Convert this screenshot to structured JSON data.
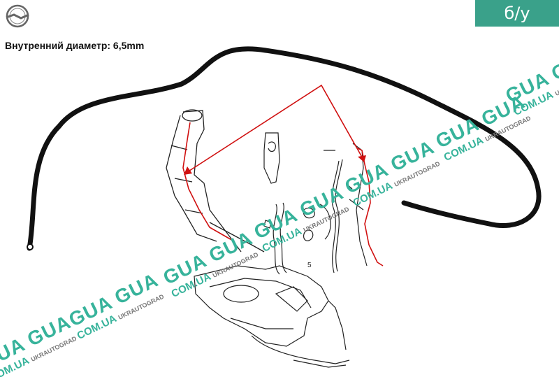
{
  "caption": "Внутренний диаметр: 6,5mm",
  "badge": "б/у",
  "diagram_label": "5",
  "watermark": {
    "big": "GUA GUA",
    "domain": "COM.UA",
    "brand": "UKRAUTOGRAD"
  },
  "colors": {
    "accent": "#3aa18a",
    "watermark": "#37b39b",
    "arrow": "#d01010",
    "hose": "#111111"
  },
  "icons": {
    "logo": "opel-logo"
  }
}
